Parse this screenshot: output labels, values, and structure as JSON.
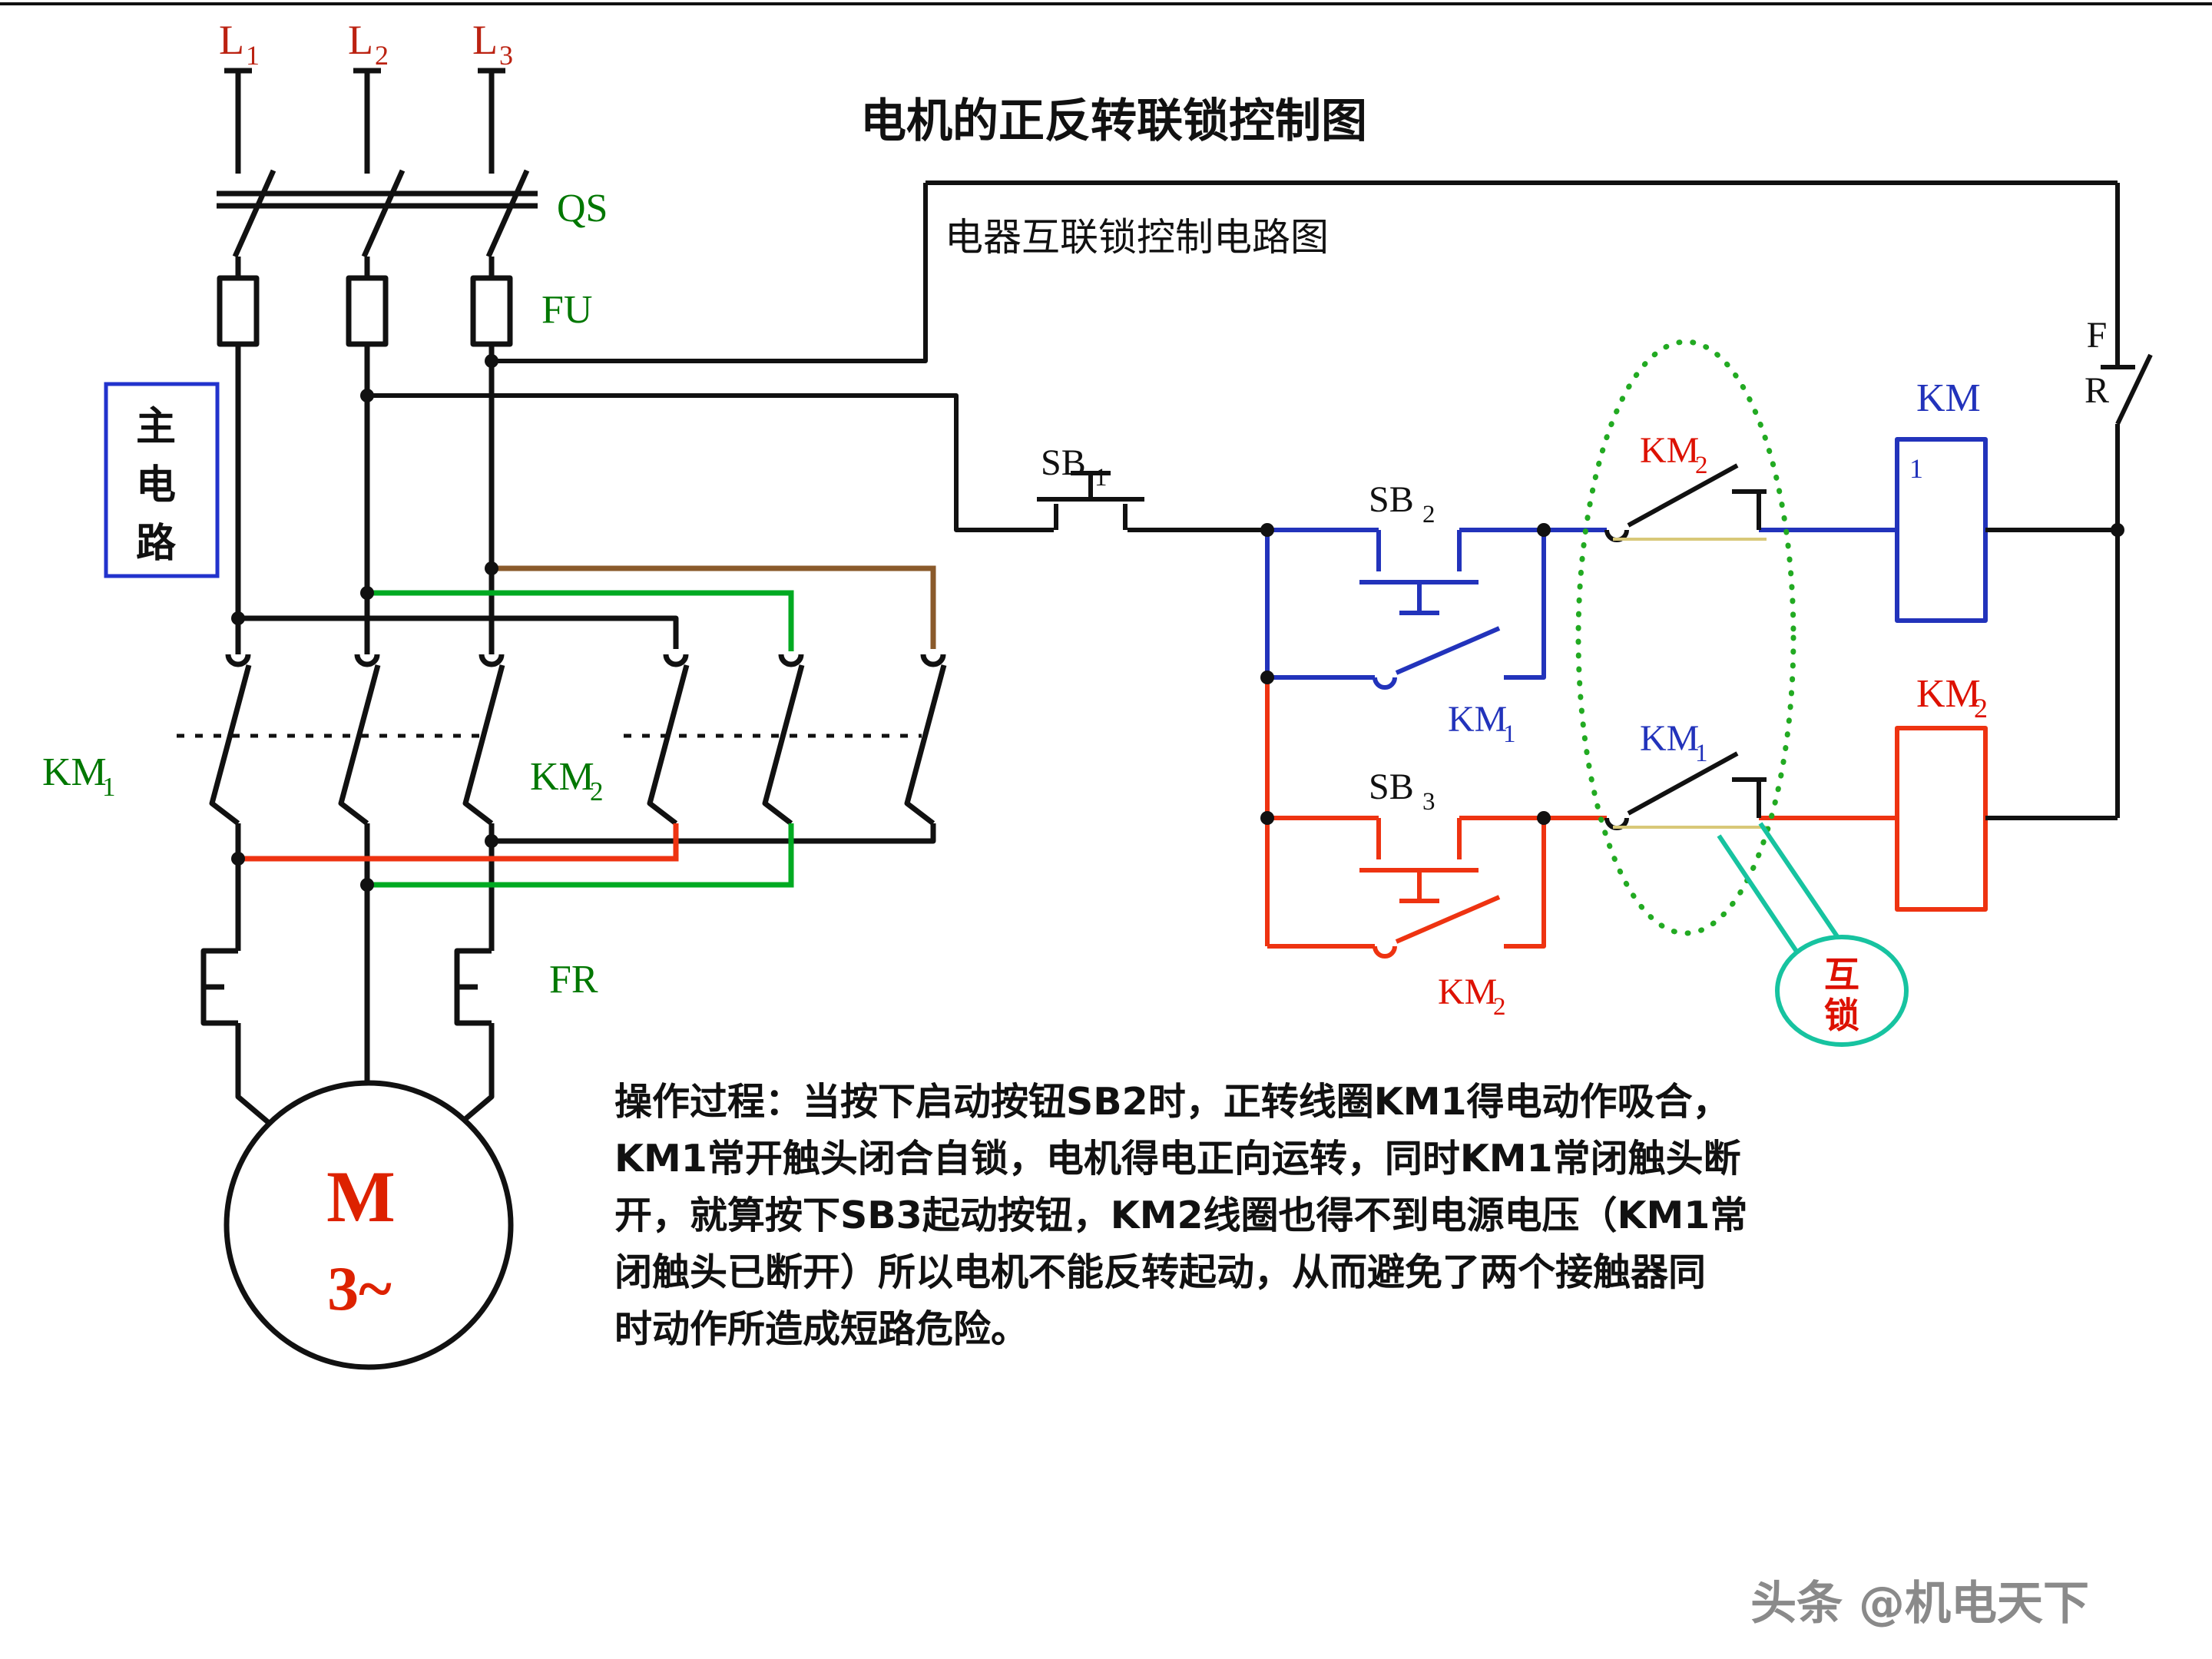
{
  "title": "电机的正反转联锁控制图",
  "subtitle": "电器互联锁控制电路图",
  "main_circuit": {
    "box_label": "主电路",
    "phase_l1": "L",
    "phase_l1_sub": "1",
    "phase_l2": "L",
    "phase_l2_sub": "2",
    "phase_l3": "L",
    "phase_l3_sub": "3",
    "qs_label": "QS",
    "fu_label": "FU",
    "km1_label": "KM",
    "km1_sub": "1",
    "km2_label": "KM",
    "km2_sub": "2",
    "fr_label": "FR",
    "motor_letter": "M",
    "motor_phase": "3~"
  },
  "control_circuit": {
    "sb1": "SB",
    "sb1_sub": "1",
    "sb2": "SB",
    "sb2_sub": "2",
    "sb3": "SB",
    "sb3_sub": "3",
    "km2_nc": "KM",
    "km2_nc_sub": "2",
    "km1_aux": "KM",
    "km1_aux_sub": "1",
    "km1_nc": "KM",
    "km1_nc_sub": "1",
    "km2_aux": "KM",
    "km2_aux_sub": "2",
    "coil_km1": "KM",
    "coil_km1_sub": "1",
    "coil_km2": "KM",
    "coil_km2_sub": "2",
    "fr_f": "F",
    "fr_r": "R",
    "interlock_line1": "互",
    "interlock_line2": "锁"
  },
  "operation": {
    "lines": [
      "操作过程：当按下启动按钮SB2时，正转线圈KM1得电动作吸合，",
      "KM1常开触头闭合自锁，电机得电正向运转，同时KM1常闭触头断",
      "开，就算按下SB3起动按钮，KM2线圈也得不到电源电压（KM1常",
      "闭触头已断开）所以电机不能反转起动，从而避免了两个接触器同",
      "时动作所造成短路危险。"
    ]
  },
  "watermark": "头条 @机电天下",
  "colors": {
    "wire_black": "#111111",
    "control_blue": "#2233bb",
    "orange_red": "#ee3311",
    "green_label": "#007700",
    "green_wire": "#00aa22",
    "brown_wire": "#8a5a2b",
    "phase_label_red": "#bb2211",
    "interlock_dotted_green": "#22aa22",
    "callout_teal": "#17c3a0",
    "motor_red": "#dd2200",
    "main_box_blue": "#2233cc",
    "watermark_gray": "#8a8a8a"
  }
}
